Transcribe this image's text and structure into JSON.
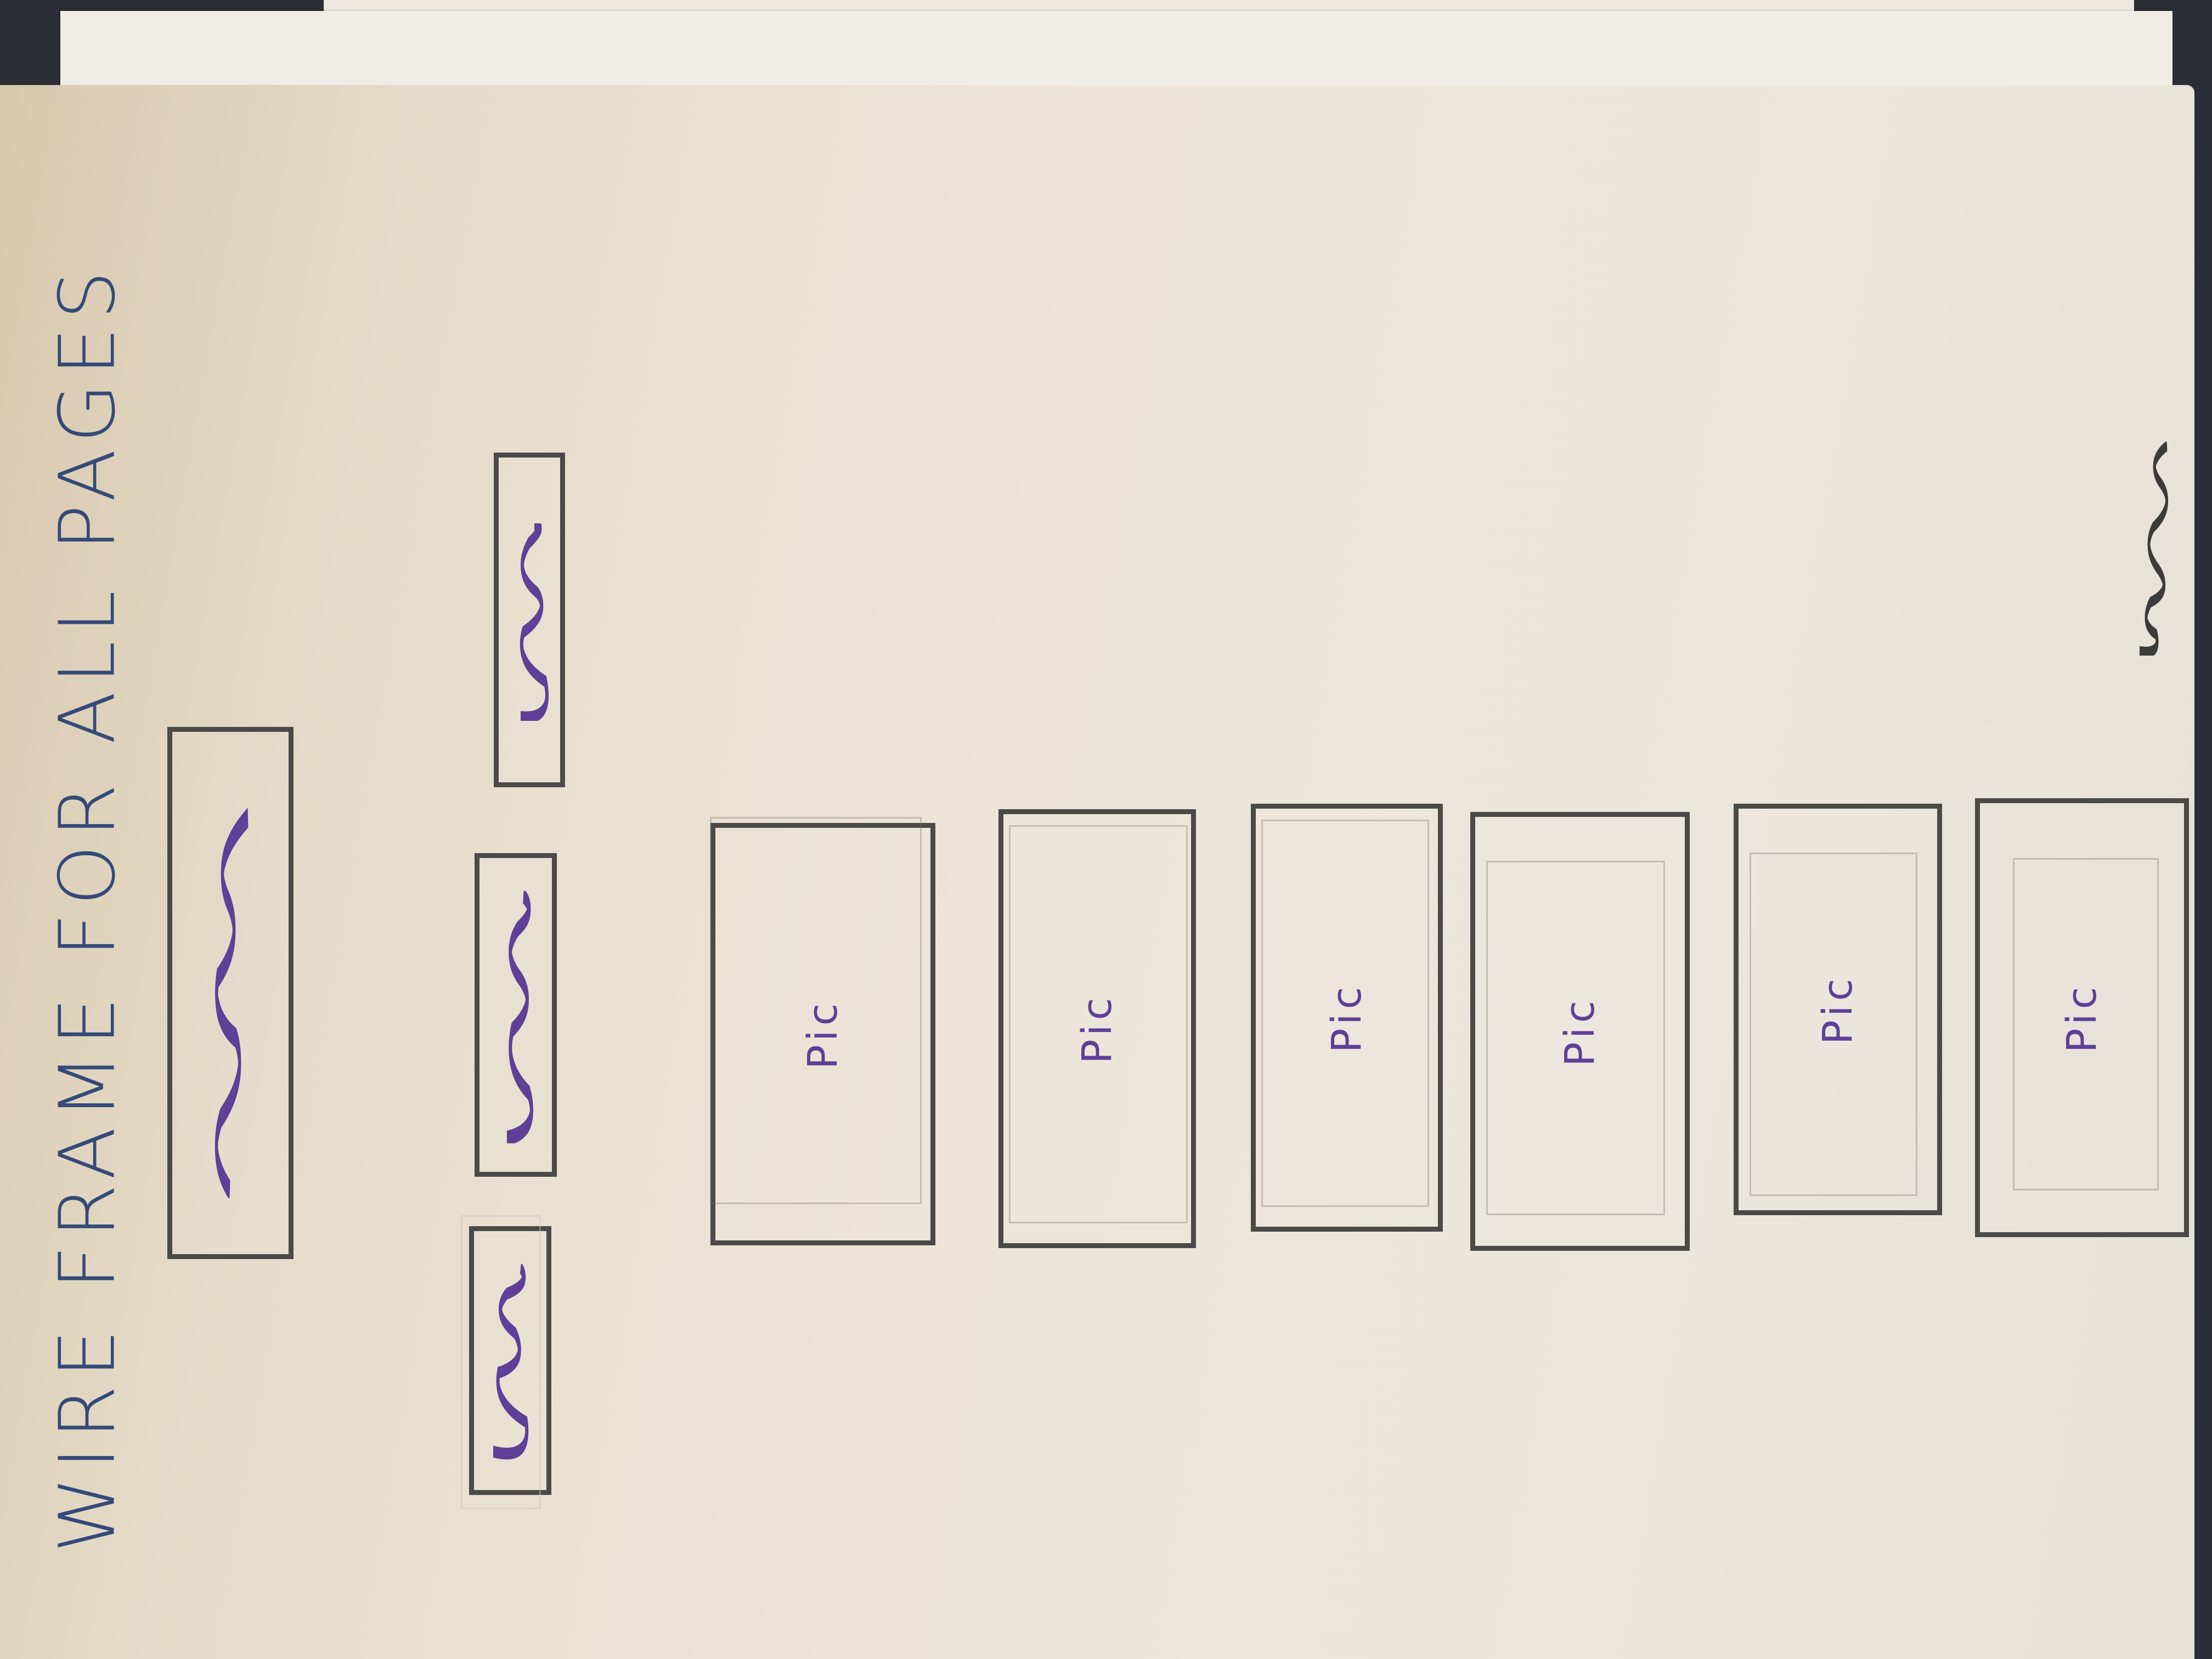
{
  "heading": "WIRE FRAME FOR ALL PAGES",
  "pic_label_1": "Pic",
  "pic_label_2": "Pic",
  "pic_label_3": "Pic",
  "pic_label_4": "Pic",
  "pic_label_5": "Pic",
  "pic_label_6": "Pic",
  "colors": {
    "ink": "#4a4a48",
    "label": "#5f3f98",
    "heading": "#344a78"
  }
}
